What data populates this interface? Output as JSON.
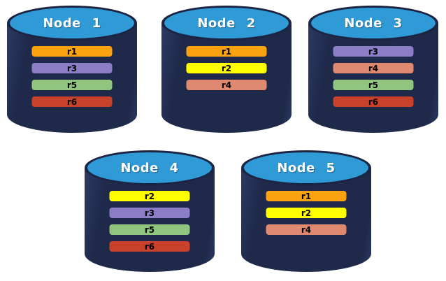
{
  "palette": {
    "body": "#1F2A4B",
    "body_edge": "#2C3A63",
    "cap": "#2F9AD6",
    "cap_border": "#1B2442",
    "title_text": "#FFFFFF",
    "bar_text": "#000000"
  },
  "replica_colors": {
    "r1": "#FAA20F",
    "r2": "#FFFF00",
    "r3": "#8B7EC7",
    "r4": "#DE8970",
    "r5": "#8FC57F",
    "r6": "#C7412B"
  },
  "nodes": [
    {
      "title": "Node 1",
      "replicas": [
        "r1",
        "r3",
        "r5",
        "r6"
      ]
    },
    {
      "title": "Node 2",
      "replicas": [
        "r1",
        "r2",
        "r4"
      ]
    },
    {
      "title": "Node 3",
      "replicas": [
        "r3",
        "r4",
        "r5",
        "r6"
      ]
    },
    {
      "title": "Node 4",
      "replicas": [
        "r2",
        "r3",
        "r5",
        "r6"
      ]
    },
    {
      "title": "Node 5",
      "replicas": [
        "r1",
        "r2",
        "r4"
      ]
    }
  ]
}
